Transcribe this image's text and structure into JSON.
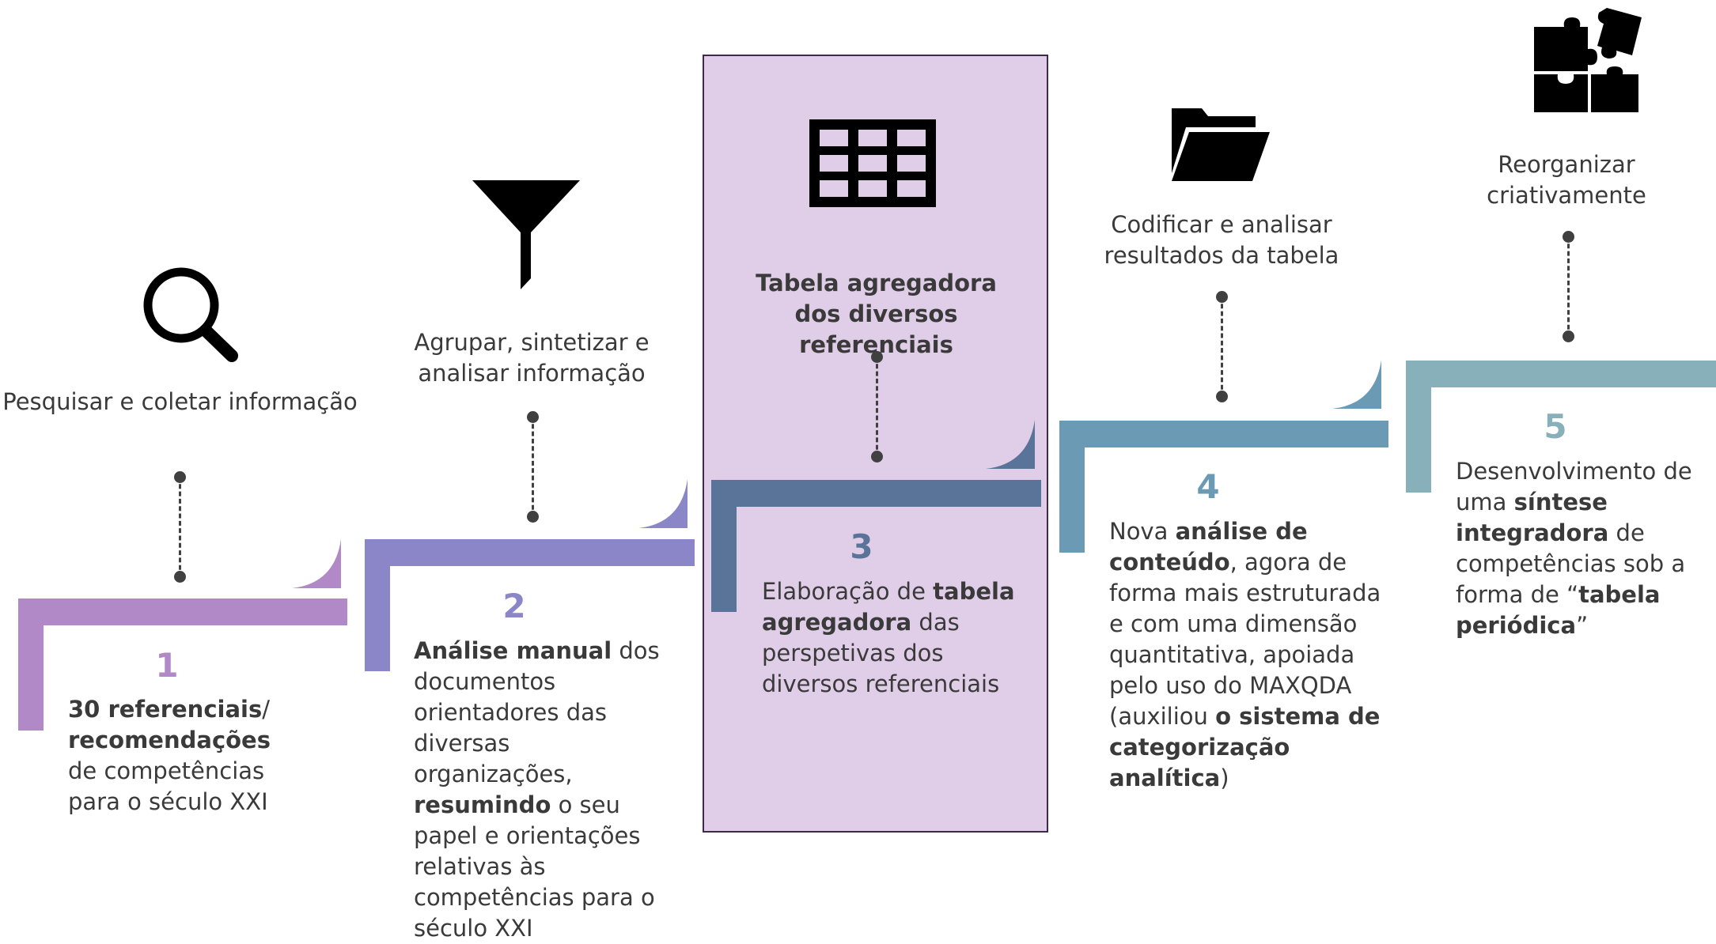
{
  "steps": [
    {
      "number": "1",
      "color": "#b189c6",
      "icon": "search-icon",
      "label": "Pesquisar e coletar informação",
      "description": [
        {
          "text": "30 referenciais",
          "bold": true
        },
        {
          "text": "/ ",
          "bold": false
        },
        {
          "text": "recomendações",
          "bold": true
        },
        {
          "text": " de competências para o século XXI",
          "bold": false
        }
      ]
    },
    {
      "number": "2",
      "color": "#8b86c8",
      "icon": "filter-icon",
      "label": "Agrupar, sintetizar e analisar informação",
      "description": [
        {
          "text": "Análise manual",
          "bold": true
        },
        {
          "text": " dos documentos orientadores das diversas organizações, ",
          "bold": false
        },
        {
          "text": "resumindo",
          "bold": true
        },
        {
          "text": " o seu papel e orientações relativas às competências para o século XXI",
          "bold": false
        }
      ]
    },
    {
      "number": "3",
      "color": "#5a7399",
      "icon": "table-icon",
      "label": "Tabela agregadora dos diversos referenciais",
      "description": [
        {
          "text": "Elaboração de ",
          "bold": false
        },
        {
          "text": "tabela agregadora",
          "bold": true
        },
        {
          "text": " das perspetivas dos diversos referenciais",
          "bold": false
        }
      ]
    },
    {
      "number": "4",
      "color": "#6b9ab5",
      "icon": "folder-icon",
      "label": "Codificar e analisar resultados da tabela",
      "description": [
        {
          "text": "Nova ",
          "bold": false
        },
        {
          "text": "análise de conteúdo",
          "bold": true
        },
        {
          "text": ", agora de forma mais estruturada e com uma dimensão quantitativa, apoiada pelo uso do MAXQDA (auxiliou ",
          "bold": false
        },
        {
          "text": "o sistema de categorização analítica",
          "bold": true
        },
        {
          "text": ")",
          "bold": false
        }
      ]
    },
    {
      "number": "5",
      "color": "#87b0ba",
      "icon": "puzzle-icon",
      "label": "Reorganizar criativamente",
      "description": [
        {
          "text": "Desenvolvimento de uma ",
          "bold": false
        },
        {
          "text": "síntese integradora",
          "bold": true
        },
        {
          "text": " de competências sob a forma de “",
          "bold": false
        },
        {
          "text": "tabela periódica",
          "bold": true
        },
        {
          "text": "”",
          "bold": false
        }
      ]
    }
  ]
}
